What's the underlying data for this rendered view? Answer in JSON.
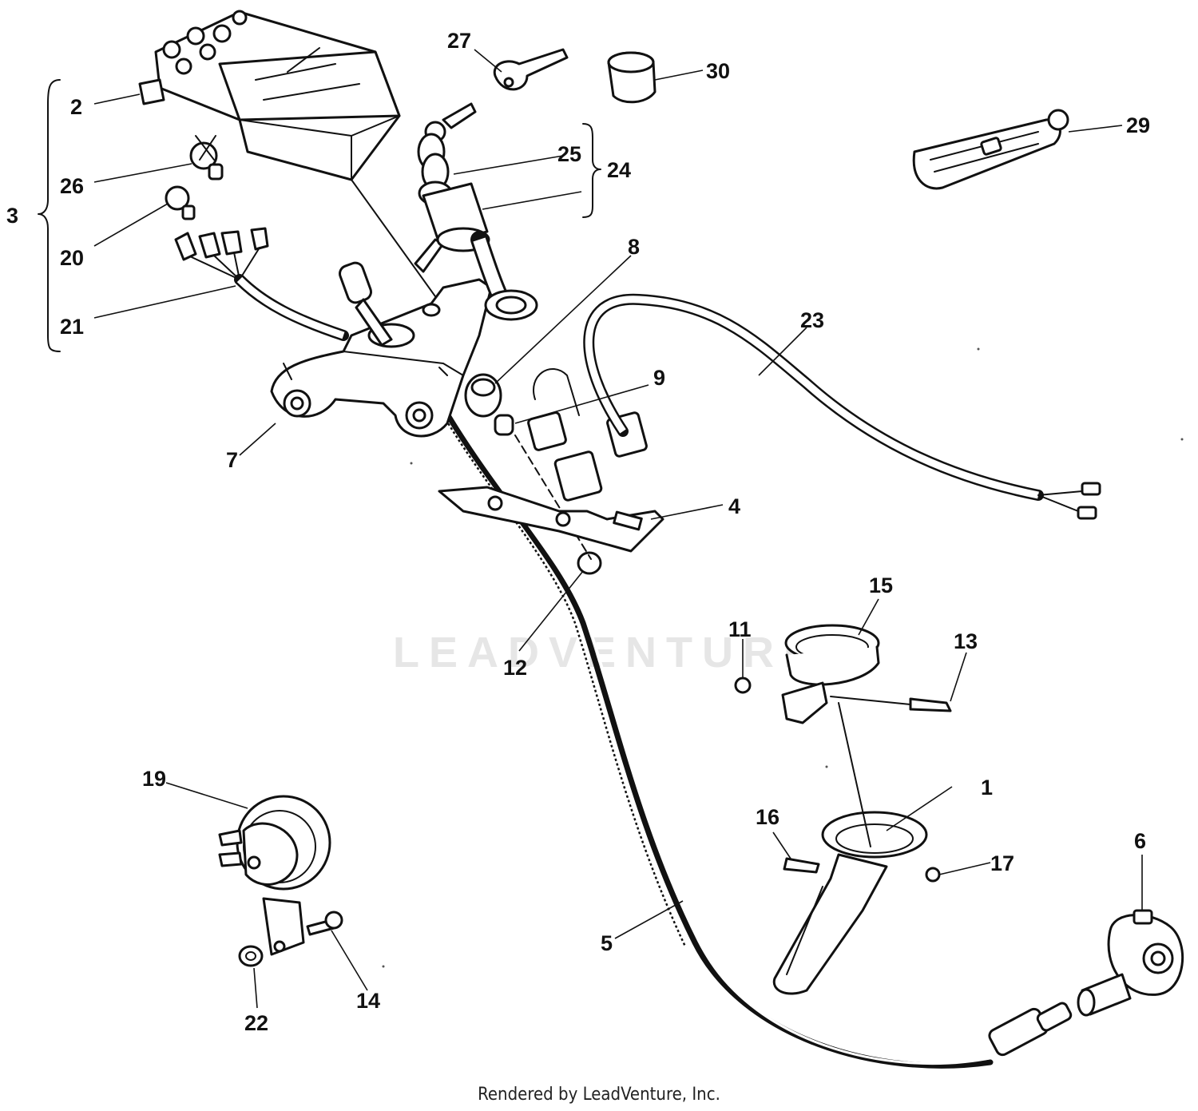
{
  "watermark": "LEADVENTURE",
  "credit": "Rendered by LeadVenture, Inc.",
  "callouts": {
    "p1": "1",
    "p2": "2",
    "p3": "3",
    "p4": "4",
    "p5": "5",
    "p6": "6",
    "p7": "7",
    "p8": "8",
    "p9": "9",
    "p11": "11",
    "p12": "12",
    "p13": "13",
    "p14": "14",
    "p15": "15",
    "p16": "16",
    "p17": "17",
    "p19": "19",
    "p20": "20",
    "p21": "21",
    "p22": "22",
    "p23": "23",
    "p24": "24",
    "p25": "25",
    "p26": "26",
    "p27": "27",
    "p29": "29",
    "p30": "30"
  }
}
